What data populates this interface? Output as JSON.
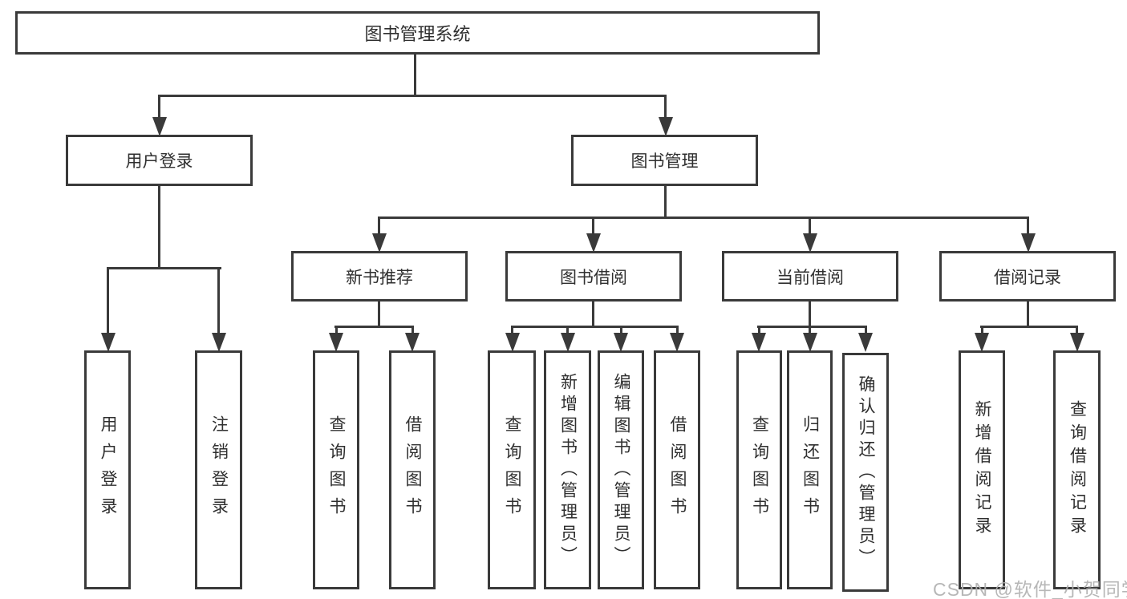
{
  "tree": {
    "root": "图书管理系统",
    "children": [
      {
        "label": "用户登录",
        "children": [
          "用户登录",
          "注销登录"
        ]
      },
      {
        "label": "图书管理",
        "children": [
          {
            "label": "新书推荐",
            "children": [
              "查询图书",
              "借阅图书"
            ]
          },
          {
            "label": "图书借阅",
            "children": [
              "查询图书",
              "新增图书（管理员）",
              "编辑图书（管理员）",
              "借阅图书"
            ]
          },
          {
            "label": "当前借阅",
            "children": [
              "查询图书",
              "归还图书",
              "确认归还（管理员）"
            ]
          },
          {
            "label": "借阅记录",
            "children": [
              "新增借阅记录",
              "查询借阅记录"
            ]
          }
        ]
      }
    ]
  },
  "watermark": {
    "text": "CSDN @软件_小贺同学"
  },
  "colors": {
    "line": "#3a3a3a",
    "text": "#2f2f2f",
    "background": "#ffffff",
    "watermark": "#afafaf"
  }
}
